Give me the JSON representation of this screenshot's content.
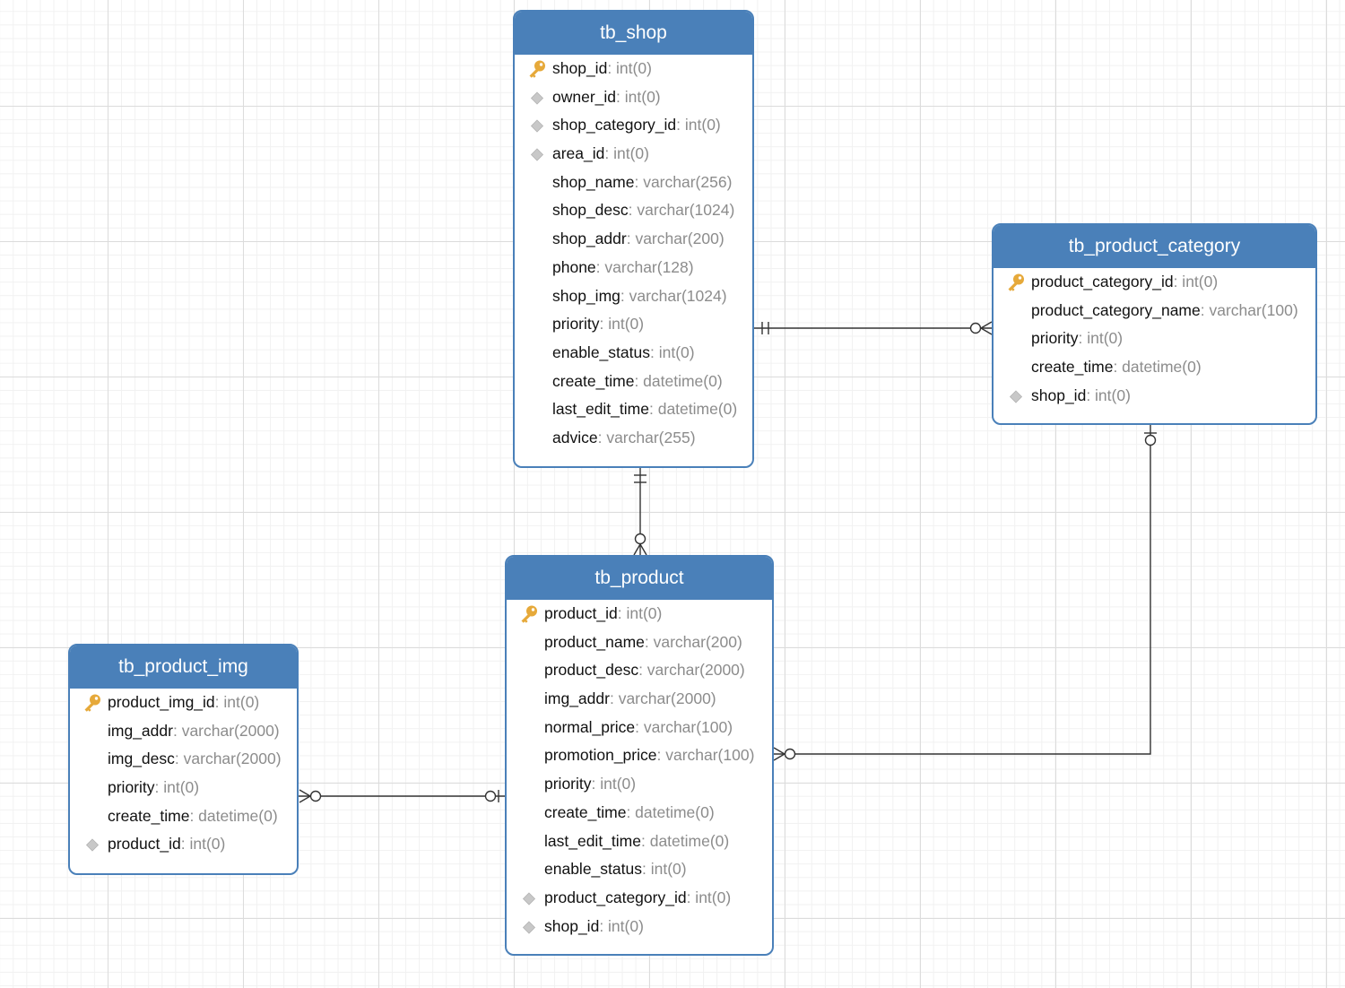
{
  "colors": {
    "header": "#4a80b9",
    "border": "#4a80b9",
    "field_name": "#111111",
    "field_type": "#8c8c8c",
    "key_icon": "#e6a93a",
    "fk_icon": "#c8c8c8",
    "line": "#333333"
  },
  "icons": {
    "primary_key": "key-icon",
    "foreign_key": "diamond-icon"
  },
  "tables": [
    {
      "id": "tb_shop",
      "name": "tb_shop",
      "fields": [
        {
          "name": "shop_id",
          "type": ": int(0)",
          "icon": "pk"
        },
        {
          "name": "owner_id",
          "type": ": int(0)",
          "icon": "fk"
        },
        {
          "name": "shop_category_id",
          "type": ": int(0)",
          "icon": "fk"
        },
        {
          "name": "area_id",
          "type": ": int(0)",
          "icon": "fk"
        },
        {
          "name": "shop_name",
          "type": ": varchar(256)",
          "icon": ""
        },
        {
          "name": "shop_desc",
          "type": ": varchar(1024)",
          "icon": ""
        },
        {
          "name": "shop_addr",
          "type": ": varchar(200)",
          "icon": ""
        },
        {
          "name": "phone",
          "type": ": varchar(128)",
          "icon": ""
        },
        {
          "name": "shop_img",
          "type": ": varchar(1024)",
          "icon": ""
        },
        {
          "name": "priority",
          "type": ": int(0)",
          "icon": ""
        },
        {
          "name": "enable_status",
          "type": ": int(0)",
          "icon": ""
        },
        {
          "name": "create_time",
          "type": ": datetime(0)",
          "icon": ""
        },
        {
          "name": "last_edit_time",
          "type": ": datetime(0)",
          "icon": ""
        },
        {
          "name": "advice",
          "type": ": varchar(255)",
          "icon": ""
        }
      ]
    },
    {
      "id": "tb_product_category",
      "name": "tb_product_category",
      "fields": [
        {
          "name": "product_category_id",
          "type": ": int(0)",
          "icon": "pk"
        },
        {
          "name": "product_category_name",
          "type": ": varchar(100)",
          "icon": ""
        },
        {
          "name": "priority",
          "type": ": int(0)",
          "icon": ""
        },
        {
          "name": "create_time",
          "type": ": datetime(0)",
          "icon": ""
        },
        {
          "name": "shop_id",
          "type": ": int(0)",
          "icon": "fk"
        }
      ]
    },
    {
      "id": "tb_product",
      "name": "tb_product",
      "fields": [
        {
          "name": "product_id",
          "type": ": int(0)",
          "icon": "pk"
        },
        {
          "name": "product_name",
          "type": ": varchar(200)",
          "icon": ""
        },
        {
          "name": "product_desc",
          "type": ": varchar(2000)",
          "icon": ""
        },
        {
          "name": "img_addr",
          "type": ": varchar(2000)",
          "icon": ""
        },
        {
          "name": "normal_price",
          "type": ": varchar(100)",
          "icon": ""
        },
        {
          "name": "promotion_price",
          "type": ": varchar(100)",
          "icon": ""
        },
        {
          "name": "priority",
          "type": ": int(0)",
          "icon": ""
        },
        {
          "name": "create_time",
          "type": ": datetime(0)",
          "icon": ""
        },
        {
          "name": "last_edit_time",
          "type": ": datetime(0)",
          "icon": ""
        },
        {
          "name": "enable_status",
          "type": ": int(0)",
          "icon": ""
        },
        {
          "name": "product_category_id",
          "type": ": int(0)",
          "icon": "fk"
        },
        {
          "name": "shop_id",
          "type": ": int(0)",
          "icon": "fk"
        }
      ]
    },
    {
      "id": "tb_product_img",
      "name": "tb_product_img",
      "fields": [
        {
          "name": "product_img_id",
          "type": ": int(0)",
          "icon": "pk"
        },
        {
          "name": "img_addr",
          "type": ": varchar(2000)",
          "icon": ""
        },
        {
          "name": "img_desc",
          "type": ": varchar(2000)",
          "icon": ""
        },
        {
          "name": "priority",
          "type": ": int(0)",
          "icon": ""
        },
        {
          "name": "create_time",
          "type": ": datetime(0)",
          "icon": ""
        },
        {
          "name": "product_id",
          "type": ": int(0)",
          "icon": "fk"
        }
      ]
    }
  ],
  "relationships": [
    {
      "from": "tb_shop",
      "from_end": "one-and-only-one",
      "to": "tb_product_category",
      "to_end": "zero-or-many"
    },
    {
      "from": "tb_shop",
      "from_end": "one-and-only-one",
      "to": "tb_product",
      "to_end": "zero-or-many"
    },
    {
      "from": "tb_product_category",
      "from_end": "zero-or-one",
      "to": "tb_product",
      "to_end": "zero-or-many"
    },
    {
      "from": "tb_product",
      "from_end": "zero-or-one",
      "to": "tb_product_img",
      "to_end": "zero-or-many"
    }
  ]
}
